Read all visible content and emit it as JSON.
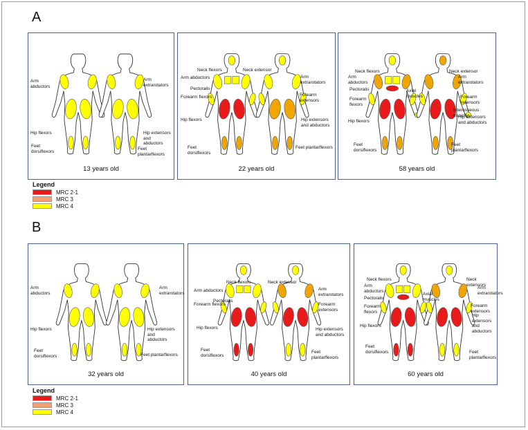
{
  "sections": [
    {
      "letter": "A",
      "panels": [
        {
          "age": "13 years old",
          "labels": [
            "Arm\nabductors",
            "Arm\nextrarotators",
            "Hip flexors",
            "Hip extensors and\nabductors",
            "Feet\ndorsiflexors",
            "Feet plantarflexors"
          ],
          "colors": {
            "neck_flex": "none",
            "neck_ext": "none",
            "shoulder": "#ffff00",
            "pect": "none",
            "axial": "none",
            "forearm": "none",
            "thigh": "#ffff00",
            "shank": "#ffff00",
            "hand": "none"
          }
        },
        {
          "age": "22 years old",
          "labels": [
            "Neck flexors",
            "Neck extensor",
            "Arm abductors",
            "Pectoralis",
            "Forearm flexors",
            "Arm\nextrarotators",
            "Forearm\nextensors",
            "Hip flexors",
            "Hip extensors\nand abductors",
            "Feet\ndorsiflexors",
            "Feet plantarflexors"
          ],
          "colors": {
            "neck_flex": "#ffff00",
            "neck_ext": "#ffff00",
            "shoulder": "#ffff00",
            "pect": "#ffff00",
            "axial": "none",
            "forearm": "#ffff00",
            "thigh": "#e81a1a",
            "thigh_back": "#f0a500",
            "shank": "#f0a500",
            "hand": "none"
          }
        },
        {
          "age": "58 years old",
          "labels": [
            "Neck flexors",
            "Neck extensor",
            "Arm\nabductors",
            "Pectoralis",
            "Forearm\nflexors",
            "Axial\nmuscles",
            "Arm\nextrarotators",
            "Forearm\nextensors",
            "Interosseous\nmuscles",
            "Hip flexors",
            "Hip extensors\nand abductors",
            "Feet\ndorsiflexors",
            "Feet\nplantarflexors"
          ],
          "colors": {
            "neck_flex": "#ffff00",
            "neck_ext": "#f0a500",
            "shoulder": "#f0a500",
            "pect": "#ffff00",
            "axial": "#e81a1a",
            "forearm": "#ffff00",
            "thigh": "#e81a1a",
            "shank": "#f0a500",
            "hand": "#ffff00"
          }
        }
      ],
      "legend": {
        "title": "Legend",
        "items": [
          {
            "label": "MRC 2-1",
            "color": "#e81a1a"
          },
          {
            "label": "MRC 3",
            "color": "#f4a070"
          },
          {
            "label": "MRC 4",
            "color": "#ffff00"
          }
        ]
      }
    },
    {
      "letter": "B",
      "panels": [
        {
          "age": "32 years old",
          "labels": [
            "Arm\nabductors",
            "Arm\nextrarotators",
            "Hip flexors",
            "Hip extensors and\nabductors",
            "Feet\ndorsiflexors",
            "Feet plantarflexors"
          ],
          "colors": {
            "neck_flex": "none",
            "neck_ext": "none",
            "shoulder": "#ffff00",
            "pect": "none",
            "axial": "none",
            "forearm": "none",
            "thigh": "#ffff00",
            "shank": "#ffff00",
            "hand": "none"
          }
        },
        {
          "age": "40 years old",
          "labels": [
            "Neck flexors",
            "Neck extensor",
            "Arm abductors",
            "Pectoralis",
            "Forearm flexors",
            "Arm\nextrarotators",
            "Forearm\nextensors",
            "Hip flexors",
            "Hip extensors\nand abductors",
            "Feet\ndorsiflexors",
            "Feet\nplantarflexors"
          ],
          "colors": {
            "neck_flex": "#ffff00",
            "neck_ext": "#ffff00",
            "shoulder": "#ffff00",
            "shoulder_back": "#f0a500",
            "pect": "#ffff00",
            "axial": "none",
            "forearm": "#ffff00",
            "thigh": "#e81a1a",
            "shank": "#e81a1a",
            "shank_back": "#ffff00",
            "hand": "none"
          }
        },
        {
          "age": "60 years old",
          "labels": [
            "Neck flexors",
            "Neck extensors",
            "Arm\nabductors",
            "Pectoralis",
            "Forearm\nflexors",
            "Axial\nmuscles",
            "Arm\nextrarotators",
            "Forearm\nextensors",
            "Hip flexors",
            "Hip extensors\nand\nabductors",
            "Feet\ndorsiflexors",
            "Feet\nplantarflexors"
          ],
          "colors": {
            "neck_flex": "#ffff00",
            "neck_ext": "#ffff00",
            "shoulder": "#ffff00",
            "shoulder_back": "#f0a500",
            "pect": "#ffff00",
            "axial": "#e81a1a",
            "forearm": "#ffff00",
            "thigh": "#e81a1a",
            "shank": "#e81a1a",
            "shank_back": "#ffff00",
            "hand": "none"
          }
        }
      ],
      "legend": {
        "title": "Legend",
        "items": [
          {
            "label": "MRC 2-1",
            "color": "#e81a1a"
          },
          {
            "label": "MRC 3",
            "color": "#f4a070"
          },
          {
            "label": "MRC 4",
            "color": "#ffff00"
          }
        ]
      }
    }
  ]
}
